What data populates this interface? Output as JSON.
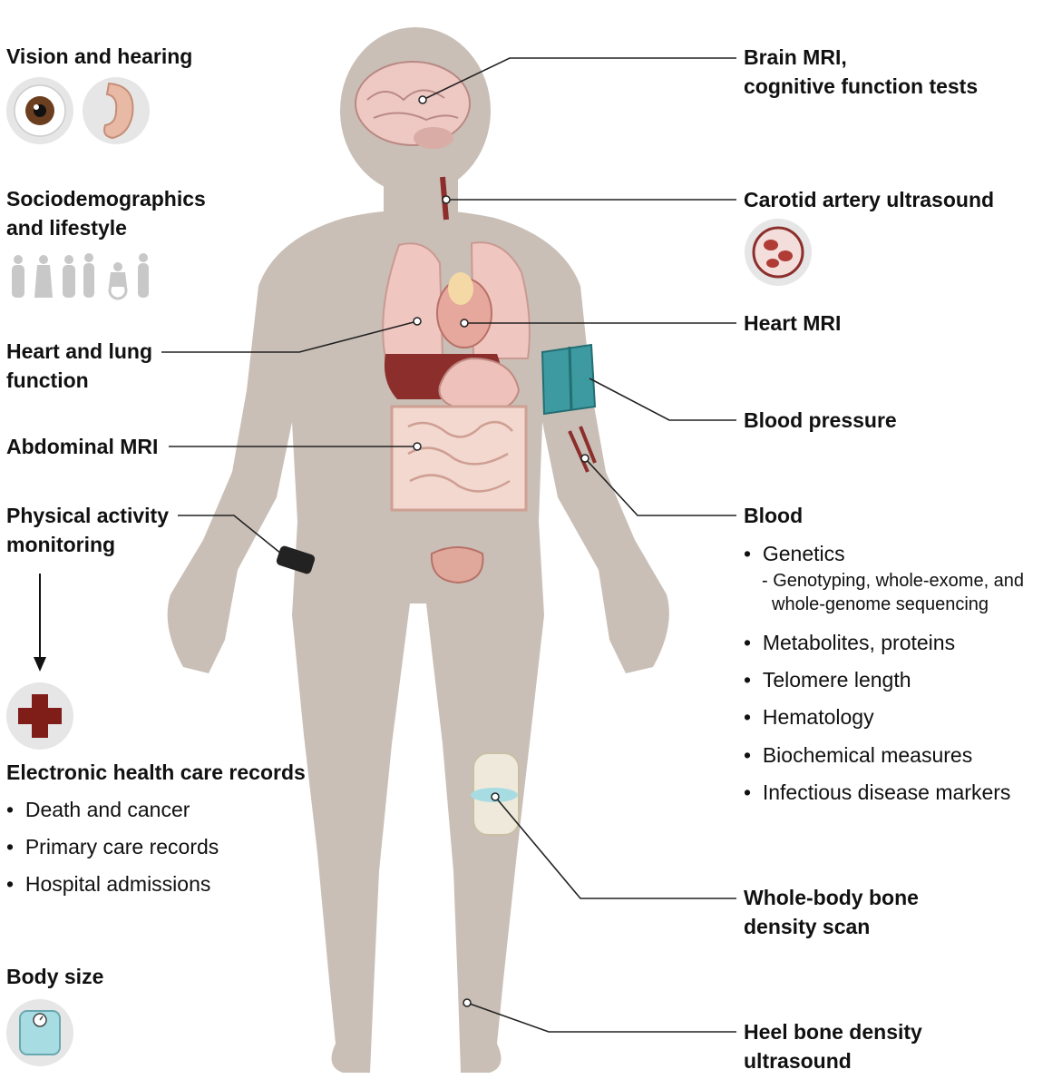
{
  "left": {
    "vision": "Vision and hearing",
    "socio_1": "Sociodemographics",
    "socio_2": "and lifestyle",
    "heartlung_1": "Heart and lung",
    "heartlung_2": "function",
    "abdominal": "Abdominal MRI",
    "activity_1": "Physical activity",
    "activity_2": "monitoring",
    "ehr_title": "Electronic health care records",
    "ehr_items": [
      "Death and cancer",
      "Primary care records",
      "Hospital admissions"
    ],
    "body_size": "Body size"
  },
  "right": {
    "brain_1": "Brain MRI,",
    "brain_2": "cognitive function tests",
    "carotid": "Carotid artery ultrasound",
    "heart": "Heart MRI",
    "bp": "Blood pressure",
    "blood": "Blood",
    "genetics": "Genetics",
    "genetics_sub_1": "- Genotyping, whole-exome, and",
    "genetics_sub_2": "whole-genome sequencing",
    "blood_items": [
      "Metabolites, proteins",
      "Telomere length",
      "Hematology",
      "Biochemical measures",
      "Infectious disease markers"
    ],
    "bone_1": "Whole-body bone",
    "bone_2": "density scan",
    "heel_1": "Heel bone density",
    "heel_2": "ultrasound"
  },
  "bullet": "•",
  "colors": {
    "body": "#c9bfb6",
    "lung": "#f0c6c0",
    "liver": "#8c2f2c",
    "intestine": "#f2d8cf",
    "cuff": "#3d9aa0",
    "cross": "#7f1d19",
    "badge": "#e7e6e6"
  },
  "icons": [
    "eye-icon",
    "ear-icon",
    "people-silhouettes-icon",
    "blood-cells-icon",
    "red-cross-icon",
    "scale-icon",
    "wristband-icon",
    "bp-cuff-icon"
  ]
}
